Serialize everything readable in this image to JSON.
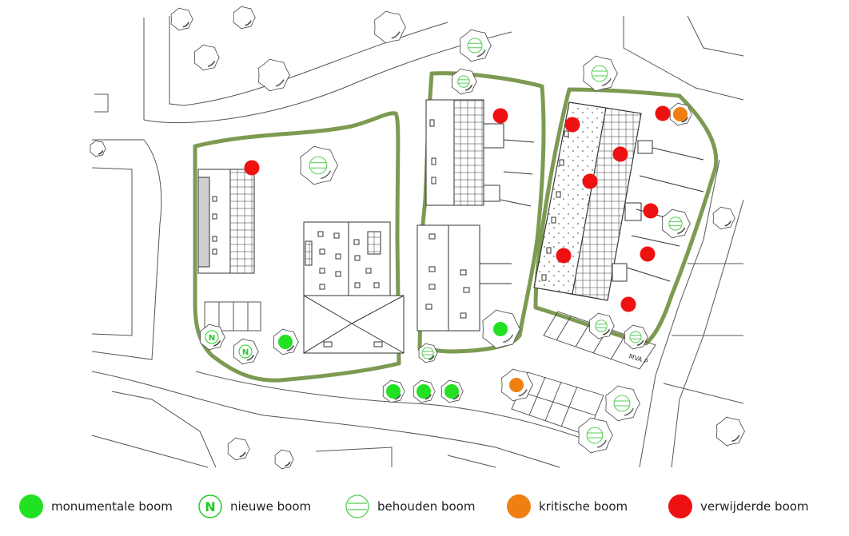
{
  "colors": {
    "boundary": "#7d9a52",
    "monumental": "#22e022",
    "new_tree": "#22cc22",
    "retained": "#55cc55",
    "critical": "#f07f12",
    "removed": "#ee1111",
    "line": "#3a3a3a"
  },
  "plan": {
    "parking_label": "MVA P"
  },
  "legend": [
    {
      "key": "monumental",
      "icon": "filled-circle",
      "label": "monumentale boom"
    },
    {
      "key": "new_tree",
      "icon": "circle-N",
      "label": "nieuwe boom"
    },
    {
      "key": "retained",
      "icon": "circle-lines",
      "label": "behouden boom"
    },
    {
      "key": "critical",
      "icon": "filled-circle",
      "label": "kritische boom"
    },
    {
      "key": "removed",
      "icon": "filled-circle",
      "label": "verwijderde boom"
    }
  ]
}
